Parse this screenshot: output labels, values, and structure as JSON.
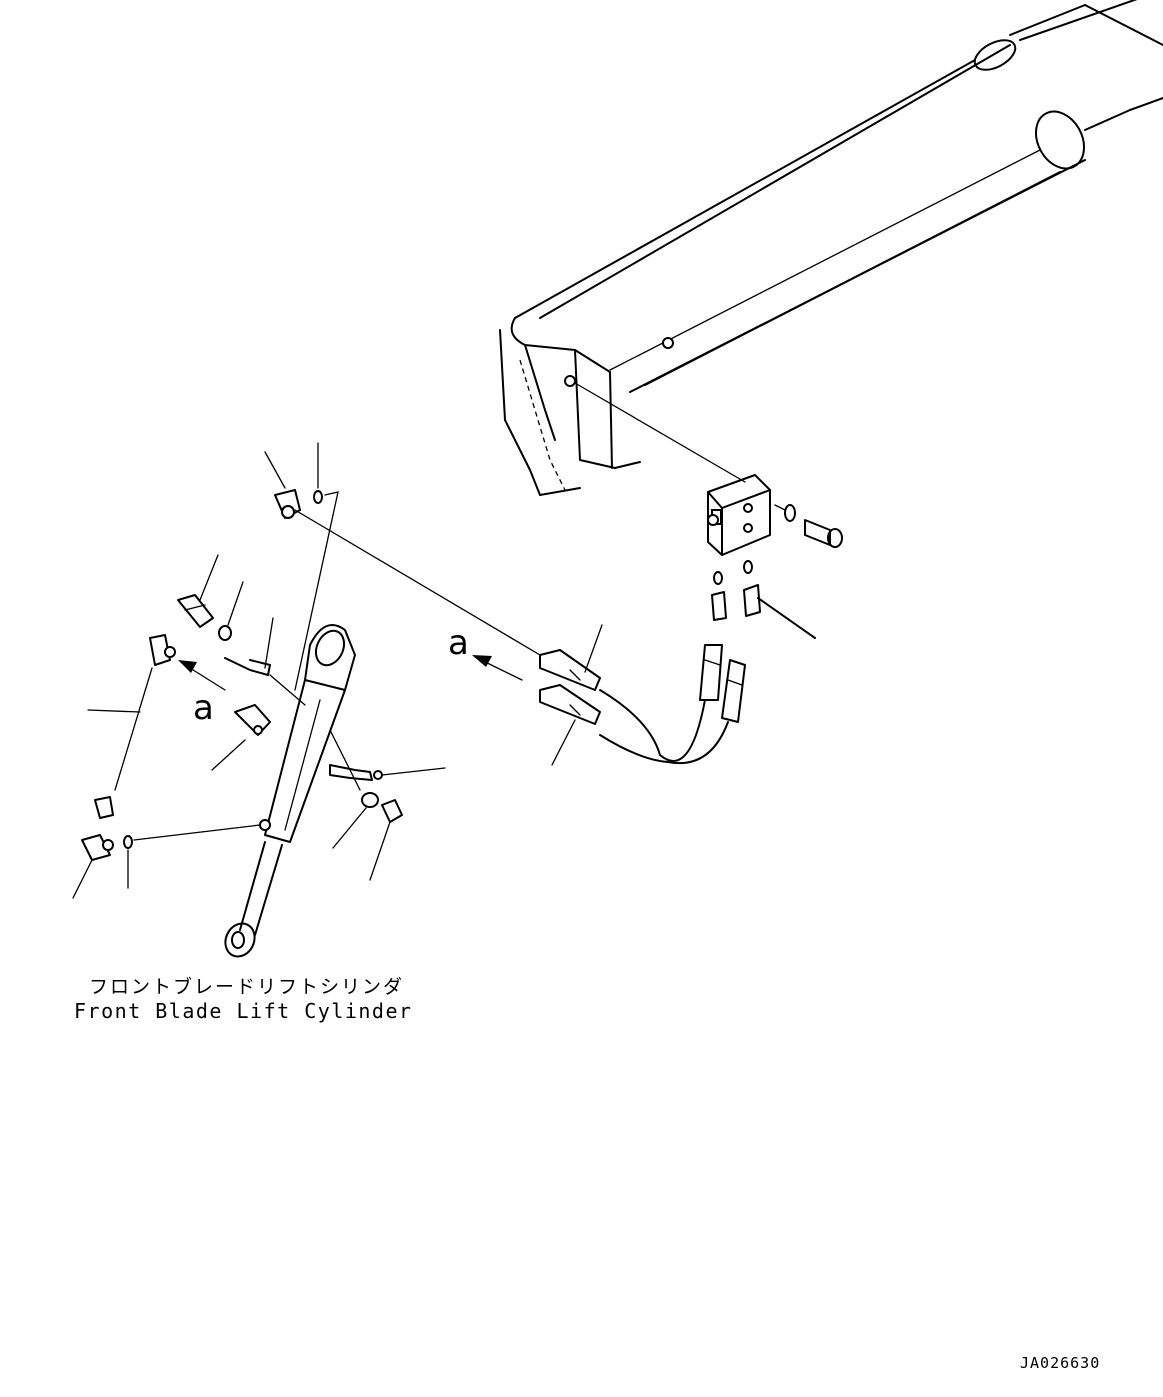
{
  "caption": {
    "japanese": "フロントブレードリフトシリンダ",
    "english": "Front Blade Lift Cylinder"
  },
  "drawing_code": "JA026630",
  "view_labels": {
    "left": "a",
    "right": "a"
  }
}
